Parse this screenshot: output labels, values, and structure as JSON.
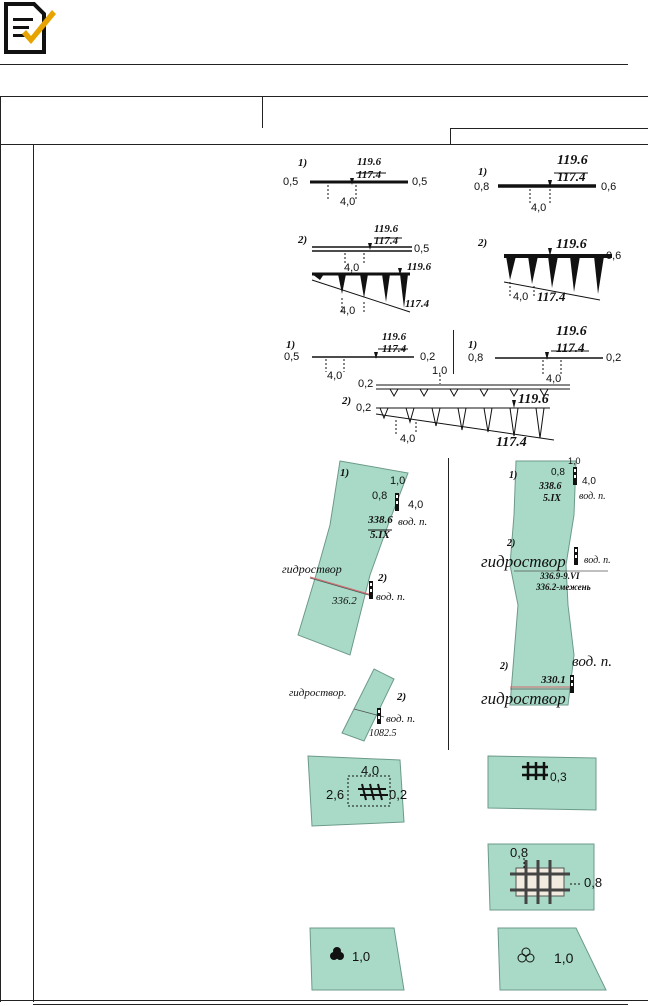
{
  "logo": {
    "name": "document-check-icon"
  },
  "colors": {
    "water": "#a9dac8",
    "line": "#222222"
  },
  "items": {
    "r1l": {
      "num": "1)",
      "top": "119.6",
      "bottom": "117.4",
      "left_width": "0,5",
      "right_width": "0,5",
      "spacing": "4,0"
    },
    "r1r": {
      "num": "1)",
      "top": "119.6",
      "bottom": "117.4",
      "left_width": "0,8",
      "right_width": "0,6",
      "spacing": "4,0"
    },
    "r2l": {
      "num": "2)",
      "top": "119.6",
      "bottom": "117.4",
      "right_width": "0,5",
      "spacing": "4,0",
      "mark2": "119.6",
      "bottom2": "117.4",
      "spacing2": "4,0"
    },
    "r2r": {
      "num": "2)",
      "top": "119.6",
      "right_width": "0,6",
      "spacing": "4,0",
      "bottom": "117.4"
    },
    "r3l": {
      "num": "1)",
      "top": "119.6",
      "bottom": "117.4",
      "left_width": "0,5",
      "right_width": "0,2",
      "spacing": "4,0"
    },
    "r3r": {
      "num": "1)",
      "top": "119.6",
      "bottom": "117.4",
      "left_width": "0,8",
      "right_width": "0,2",
      "spacing": "4,0"
    },
    "r3b": {
      "num": "2)",
      "w1": "0,2",
      "w2": "1,0",
      "w3": "0,2",
      "top": "119.6",
      "bottom": "117.4",
      "spacing": "4,0"
    },
    "r4l": {
      "num1": "1)",
      "w1": "1,0",
      "w2": "0,8",
      "w3": "4,0",
      "frac_top": "338.6",
      "frac_bottom": "5.IX",
      "label": "вод. п.",
      "hydro": "гидроствор",
      "num2": "2)",
      "mark": "336.2",
      "label2": "вод. п."
    },
    "r4l2": {
      "hydro": "гидроствор.",
      "num": "2)",
      "label": "вод. п.",
      "mark": "1082.5"
    },
    "r4r": {
      "w1": "1,0",
      "w2": "0,8",
      "num1": "1)",
      "w3": "4,0",
      "frac_top": "338.6",
      "frac_bottom": "5.IX",
      "label": "вод. п.",
      "num2": "2)",
      "hydro": "гидроствор",
      "label2": "вод. п.",
      "frac2_top": "336.9-9.VI",
      "frac2_bottom": "336.2-межень",
      "num3": "2)",
      "label3": "вод. п.",
      "mark3": "330.1",
      "hydro2": "гидроствор"
    },
    "r5l": {
      "top": "4,0",
      "left": "2,6",
      "right": "0,2"
    },
    "r5r": {
      "right": "0,3"
    },
    "r6r": {
      "top": "0,8",
      "right": "0,8"
    },
    "r7l": {
      "value": "1,0"
    },
    "r7r": {
      "value": "1,0"
    }
  }
}
